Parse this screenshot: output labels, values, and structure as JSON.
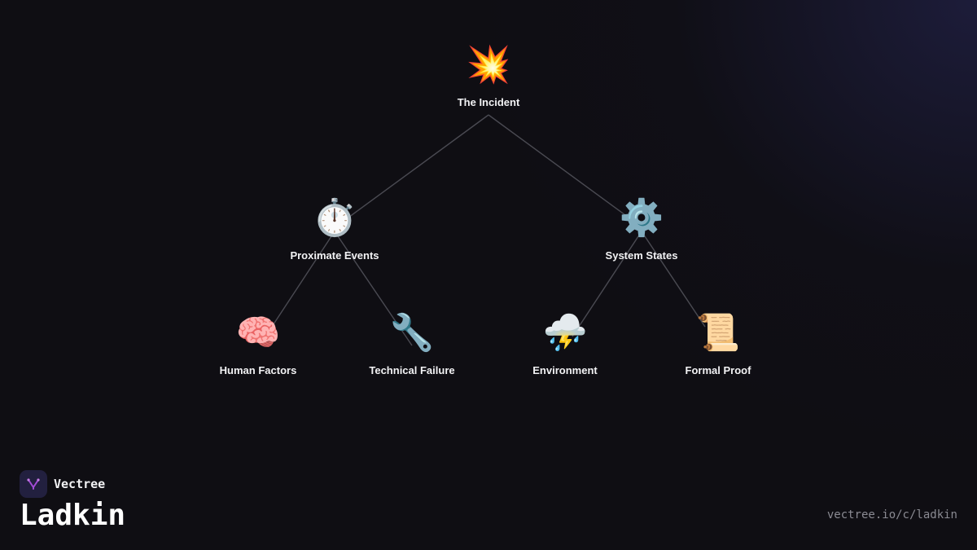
{
  "diagram": {
    "nodes": [
      {
        "id": "incident",
        "label": "The Incident",
        "icon": "💥",
        "icon_name": "collision-icon"
      },
      {
        "id": "proximate",
        "label": "Proximate Events",
        "icon": "⏱️",
        "icon_name": "stopwatch-icon"
      },
      {
        "id": "system",
        "label": "System States",
        "icon": "⚙️",
        "icon_name": "gear-icon"
      },
      {
        "id": "human",
        "label": "Human Factors",
        "icon": "🧠",
        "icon_name": "brain-icon"
      },
      {
        "id": "technical",
        "label": "Technical Failure",
        "icon": "🔧",
        "icon_name": "wrench-icon"
      },
      {
        "id": "environment",
        "label": "Environment",
        "icon": "⛈️",
        "icon_name": "storm-cloud-icon"
      },
      {
        "id": "formal",
        "label": "Formal Proof",
        "icon": "📜",
        "icon_name": "scroll-icon"
      }
    ],
    "edges": [
      [
        "incident",
        "proximate"
      ],
      [
        "incident",
        "system"
      ],
      [
        "proximate",
        "human"
      ],
      [
        "proximate",
        "technical"
      ],
      [
        "system",
        "environment"
      ],
      [
        "system",
        "formal"
      ]
    ]
  },
  "brand": {
    "name": "Vectree",
    "logo_icon": "vectree-logo-icon",
    "accent": "#a24bd6"
  },
  "page": {
    "title": "Ladkin",
    "url": "vectree.io/c/ladkin"
  }
}
